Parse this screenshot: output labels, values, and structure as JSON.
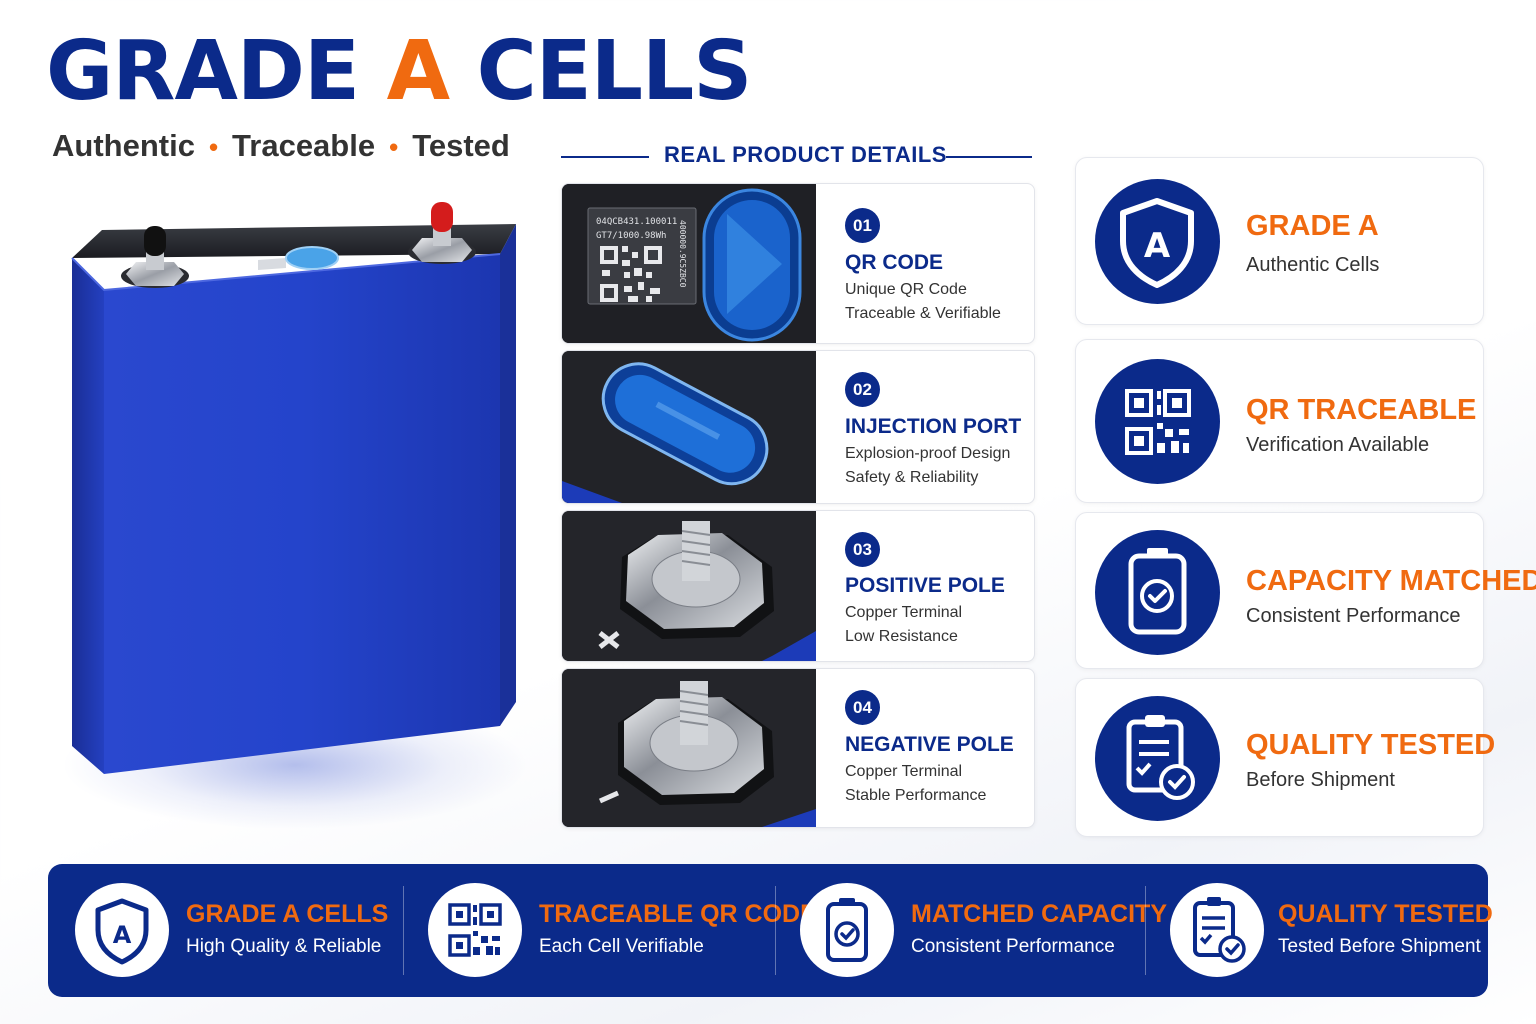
{
  "header": {
    "title_part1": "GRADE",
    "title_accent": "A",
    "title_part2": "CELLS",
    "tagline": [
      "Authentic",
      "Traceable",
      "Tested"
    ],
    "tagline_separator": "•"
  },
  "battery": {
    "label_icon": "battery-cell-image"
  },
  "details_section": {
    "heading": "REAL PRODUCT DETAILS",
    "items": [
      {
        "number": "01",
        "title": "QR CODE",
        "lines": [
          "Unique QR Code",
          "Traceable & Verifiable"
        ],
        "label_line1": "04QCB431.100011",
        "label_line2": "GT7/1000.98Wh",
        "label_vertical": "400000.9C5ZBC0"
      },
      {
        "number": "02",
        "title": "INJECTION PORT",
        "lines": [
          "Explosion-proof Design",
          "Safety & Reliability"
        ]
      },
      {
        "number": "03",
        "title": "POSITIVE POLE",
        "lines": [
          "Copper Terminal",
          "Low Resistance"
        ]
      },
      {
        "number": "04",
        "title": "NEGATIVE POLE",
        "lines": [
          "Copper Terminal",
          "Stable Performance"
        ]
      }
    ]
  },
  "features": [
    {
      "title": "GRADE A",
      "subtitle": "Authentic Cells",
      "icon": "shield-a-icon"
    },
    {
      "title": "QR TRACEABLE",
      "subtitle": "Verification Available",
      "icon": "qr-code-icon"
    },
    {
      "title": "CAPACITY MATCHED",
      "subtitle": "Consistent Performance",
      "icon": "battery-check-icon"
    },
    {
      "title": "QUALITY TESTED",
      "subtitle": "Before Shipment",
      "icon": "clipboard-check-icon"
    }
  ],
  "banner": [
    {
      "title": "GRADE A CELLS",
      "subtitle": "High Quality & Reliable",
      "icon": "shield-a-icon"
    },
    {
      "title": "TRACEABLE QR CODE",
      "subtitle": "Each Cell Verifiable",
      "icon": "qr-code-icon"
    },
    {
      "title": "MATCHED CAPACITY",
      "subtitle": "Consistent Performance",
      "icon": "battery-check-icon"
    },
    {
      "title": "QUALITY TESTED",
      "subtitle": "Tested Before Shipment",
      "icon": "clipboard-check-icon"
    }
  ],
  "colors": {
    "brand_blue": "#0b2a8a",
    "accent_orange": "#f06a10",
    "cell_blue": "#2342c8"
  }
}
